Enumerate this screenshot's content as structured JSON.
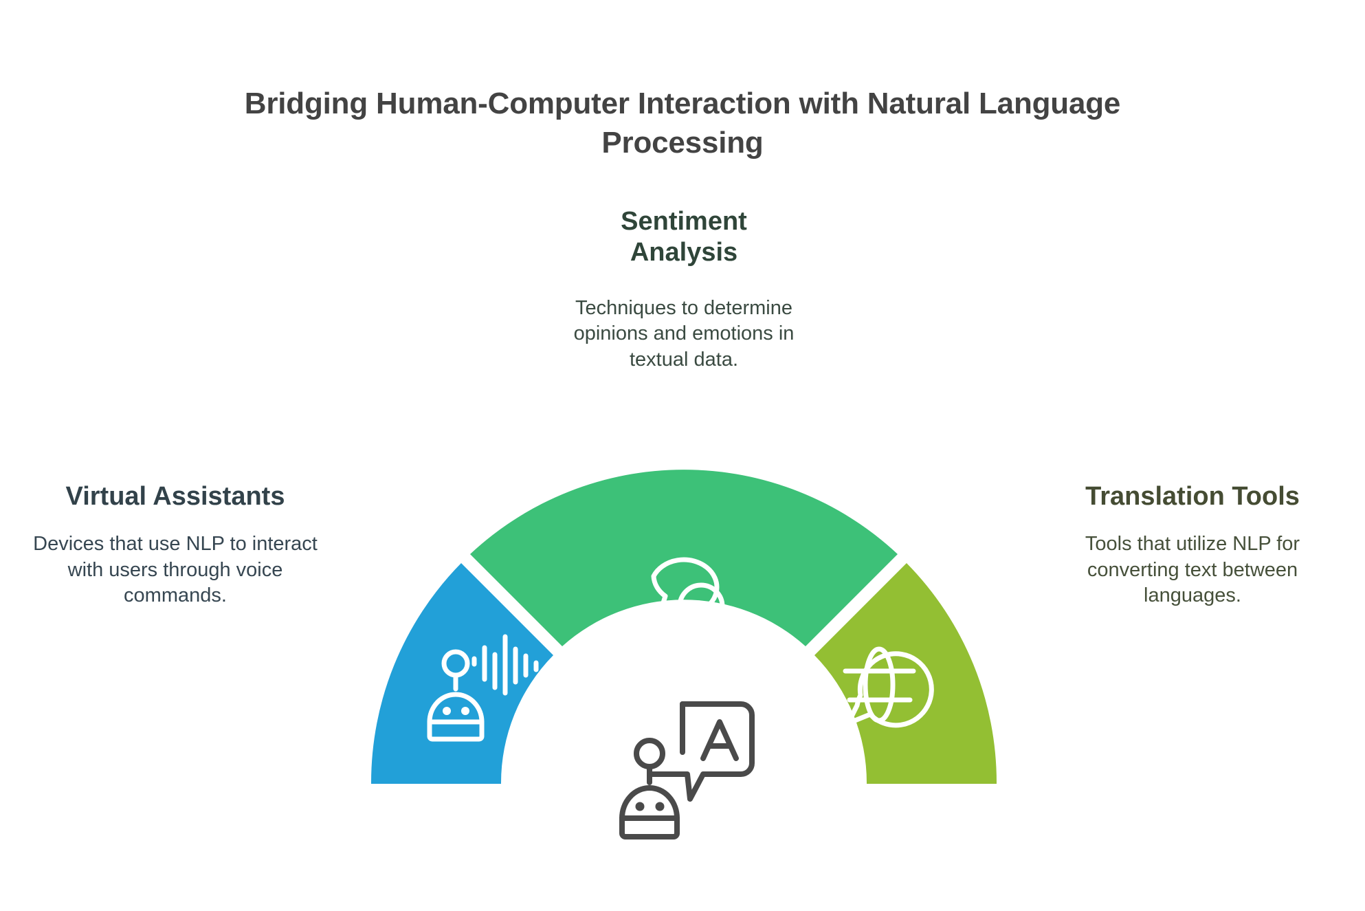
{
  "title": "Bridging Human-Computer Interaction with Natural Language Processing",
  "colors": {
    "title_text": "#434343",
    "segment_blue": "#22A0D8",
    "segment_green": "#3DC178",
    "segment_olive": "#93BF33",
    "heading_left": "#32424A",
    "heading_center": "#2F4539",
    "heading_right": "#454C33",
    "center_icon_stroke": "#4A4A4A",
    "background": "#FFFFFF"
  },
  "nodes": {
    "left": {
      "heading": "Virtual Assistants",
      "body": "Devices that use NLP to interact with users through voice commands.",
      "segment_color": "#22A0D8",
      "icon": "robot-voice-waveform-icon"
    },
    "center": {
      "heading_line1": "Sentiment",
      "heading_line2": "Analysis",
      "heading": "Sentiment Analysis",
      "body": "Techniques to determine opinions and emotions in textual data.",
      "segment_color": "#3DC178",
      "icon": "speech-bubble-magnifier-icon"
    },
    "right": {
      "heading": "Translation Tools",
      "body": "Tools that utilize NLP for converting text between languages.",
      "segment_color": "#93BF33",
      "icon": "globe-speech-bubble-icon"
    }
  },
  "hub": {
    "icon": "robot-translate-bubble-icon",
    "bubble_letter": "A"
  }
}
